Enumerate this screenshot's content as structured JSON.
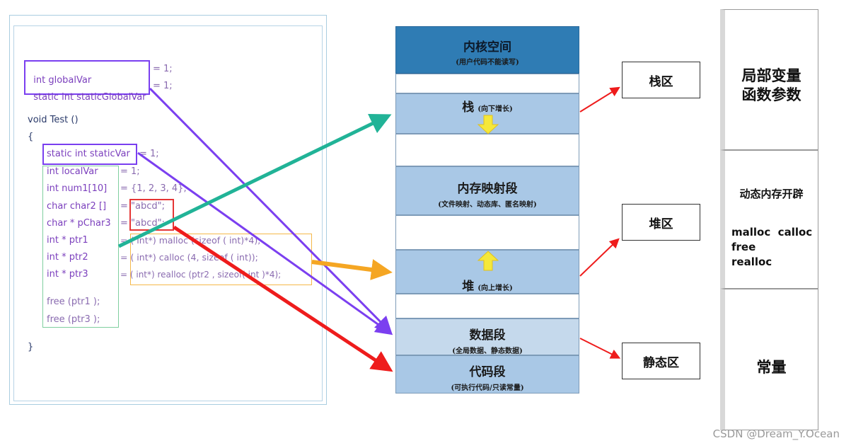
{
  "code": {
    "line1": {
      "kw": "int globalVar",
      "rest": "= 1;"
    },
    "line2": {
      "kw": "static int staticGlobalVar",
      "rest": "= 1;"
    },
    "line3": "void Test ()",
    "brace_open": "{",
    "line4": {
      "kw": "static int staticVar",
      "rest": "= 1;"
    },
    "locals": [
      {
        "decl": "int localVar",
        "init": "= 1;"
      },
      {
        "decl": "int num1[10]",
        "init": "= {1, 2, 3, 4};"
      },
      {
        "decl": "char char2 []",
        "init": "= \"abcd\";"
      },
      {
        "decl": "char * pChar3",
        "init": "= \"abcd\";"
      },
      {
        "decl": "int * ptr1",
        "init": "= ( int*) malloc (sizeof ( int)*4);"
      },
      {
        "decl": "int * ptr2",
        "init": "= ( int*) calloc (4, sizeof ( int));"
      },
      {
        "decl": "int * ptr3",
        "init": "= ( int*) realloc (ptr2 , sizeof( int )*4);"
      }
    ],
    "free1": "free (ptr1 );",
    "free2": "free (ptr3 );",
    "brace_close": "}"
  },
  "memory": {
    "kernel": {
      "title": "内核空间",
      "sub": "(用户代码不能读写)"
    },
    "stack": {
      "title": "栈",
      "sub": "(向下增长)"
    },
    "mmap": {
      "title": "内存映射段",
      "sub": "(文件映射、动态库、匿名映射)"
    },
    "heap": {
      "title": "堆",
      "sub": "(向上增长)"
    },
    "data": {
      "title": "数据段",
      "sub": "(全局数据、静态数据)"
    },
    "text": {
      "title": "代码段",
      "sub": "(可执行代码/只读常量)"
    }
  },
  "regions": {
    "stack": "栈区",
    "heap": "堆区",
    "static": "静态区"
  },
  "notes": {
    "stack": "局部变量\n函数参数",
    "heap_title": "动态内存开辟",
    "heap_funcs": "malloc  calloc\nfree\nrealloc",
    "const": "常量"
  },
  "watermark": "CSDN @Dream_Y.Ocean",
  "colors": {
    "kernel": "#2f7cb4",
    "segment": "#a9c8e6",
    "data_segment": "#c5d9ec",
    "arrow_purple": "#7b3ff0",
    "arrow_teal": "#21b397",
    "arrow_orange": "#f5a623",
    "arrow_red": "#ee1c1c",
    "arrow_yellow": "#f2e531"
  }
}
